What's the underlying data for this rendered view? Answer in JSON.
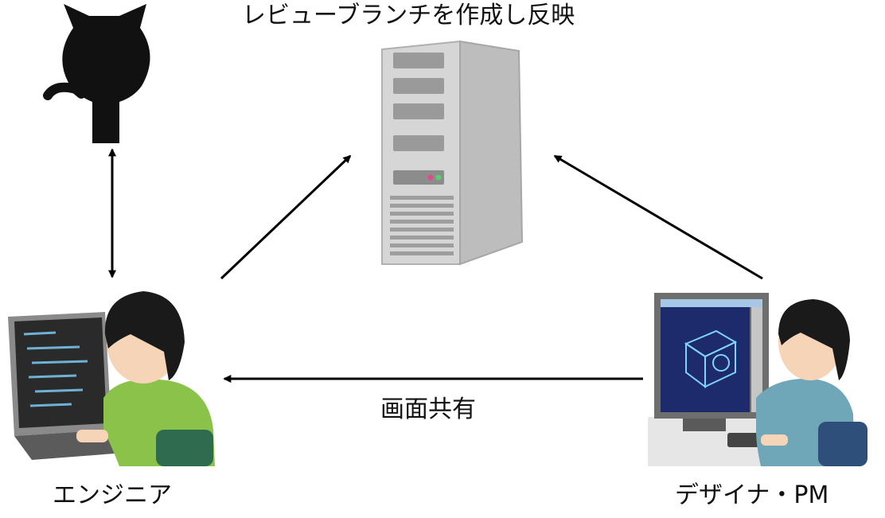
{
  "labels": {
    "server_caption": "レビューブランチを作成し反映",
    "share_label": "画面共有",
    "engineer": "エンジニア",
    "designer": "デザイナ・PM"
  },
  "icons": {
    "github": "github-octocat-icon",
    "server": "server-tower-icon",
    "engineer": "engineer-with-laptop-icon",
    "designer": "designer-with-monitor-icon"
  },
  "colors": {
    "arrow": "#000000",
    "github": "#111111",
    "server_body": "#c9c9c9",
    "engineer_shirt": "#8bc34a",
    "designer_shirt": "#6fa7b8",
    "screen": "#1d2a6b"
  }
}
